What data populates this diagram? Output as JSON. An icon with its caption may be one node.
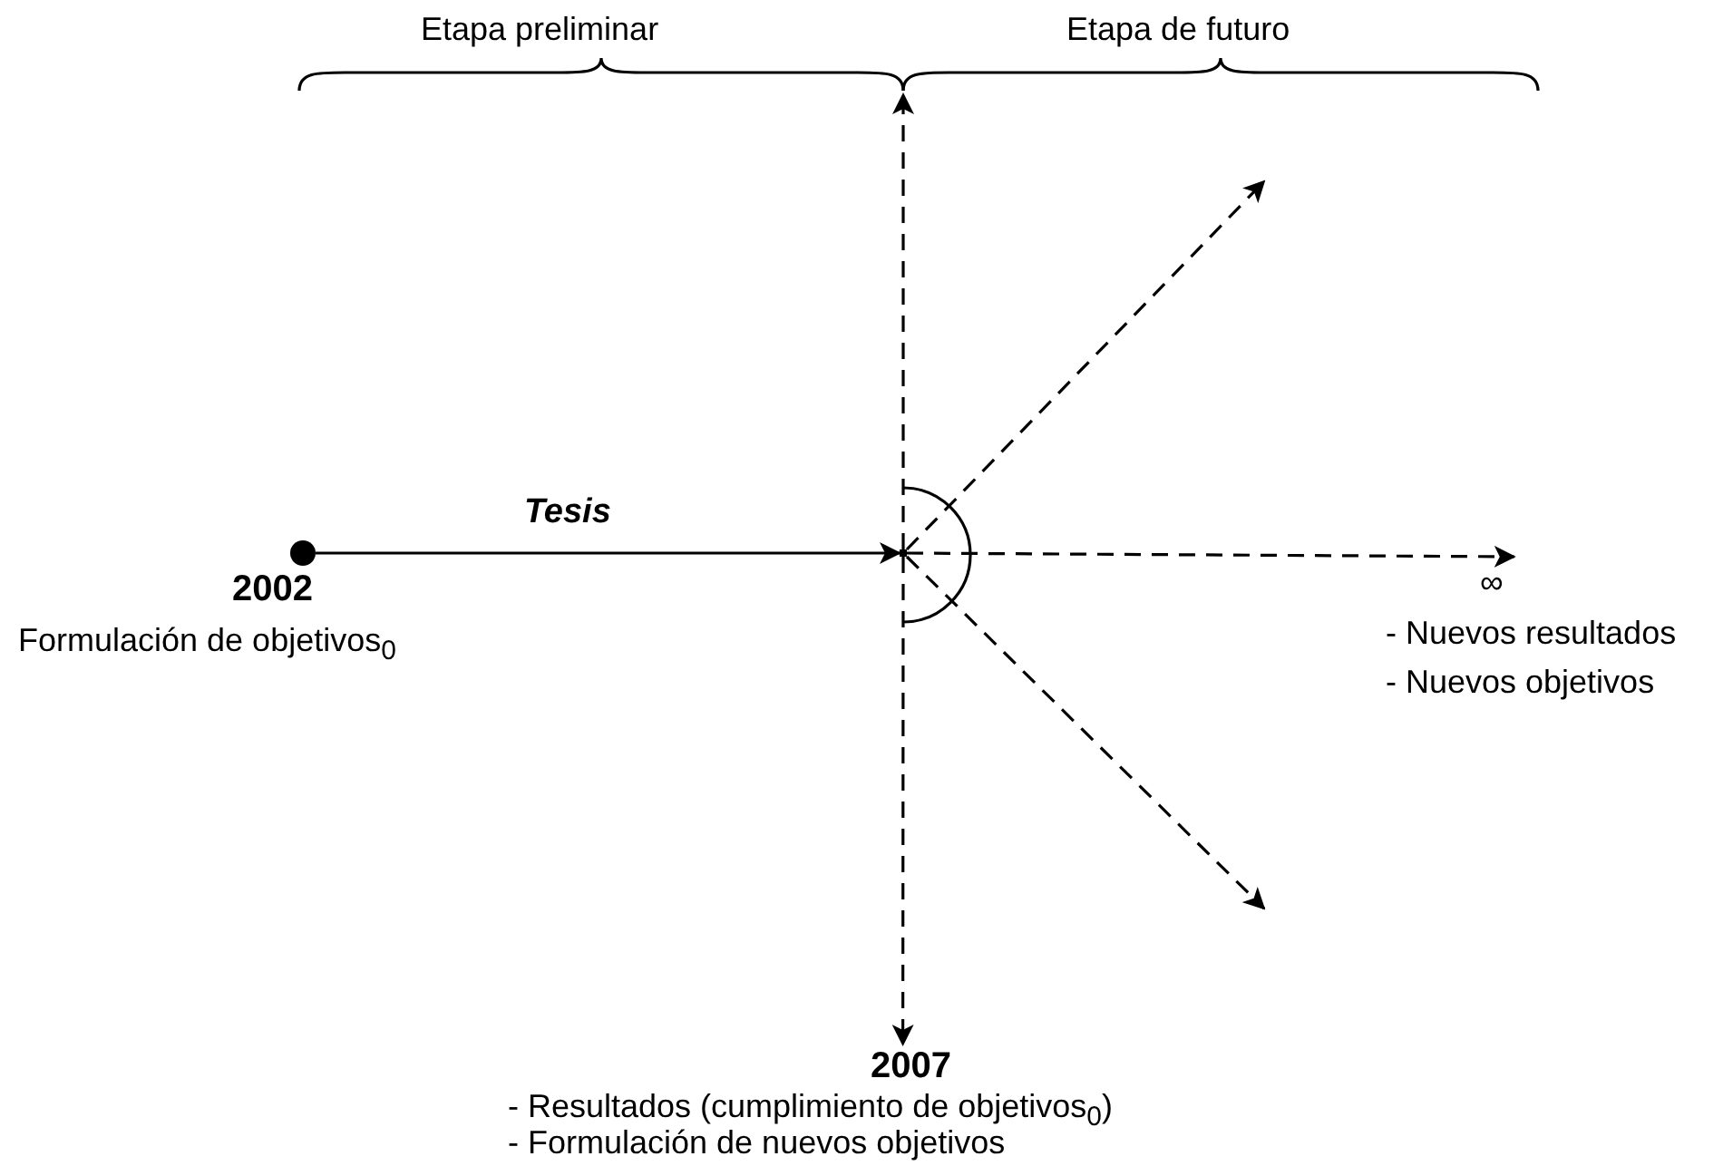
{
  "diagram": {
    "nodes": [
      {
        "text": [],
        "shape": "circle",
        "beside": [
          "2002",
          "Formulación de objetivos$_{0}$"
        ]
      },
      {
        "text": [],
        "shape": "point"
      },
      {
        "text": [
          "∞"
        ],
        "beside": [
          "- Nuevos resultados",
          "- Nuevos objetivos"
        ]
      },
      {
        "text": [
          "2007",
          "- Resultados (cumplimiento de objetivos$_{0}$)",
          "- Formulación de nuevos objetivos"
        ]
      },
      {
        "text": [],
        "shape": "brace"
      }
    ],
    "edges": [
      {
        "from": 0,
        "to": 1,
        "arrow": "to",
        "label": "Tesis"
      },
      {
        "from": 1,
        "to": 4,
        "arrow": "to",
        "style": "dashed"
      },
      {
        "from": 1,
        "to": null,
        "arrow": "to",
        "style": "dashed"
      },
      {
        "from": 1,
        "to": 2,
        "arrow": "to",
        "style": "dashed"
      },
      {
        "from": 1,
        "to": null,
        "arrow": "to",
        "style": "dashed"
      },
      {
        "from": 1,
        "to": 3,
        "arrow": "to",
        "style": "dashed"
      }
    ],
    "labels": [
      "Etapa preliminar",
      "Etapa de futuro"
    ]
  }
}
